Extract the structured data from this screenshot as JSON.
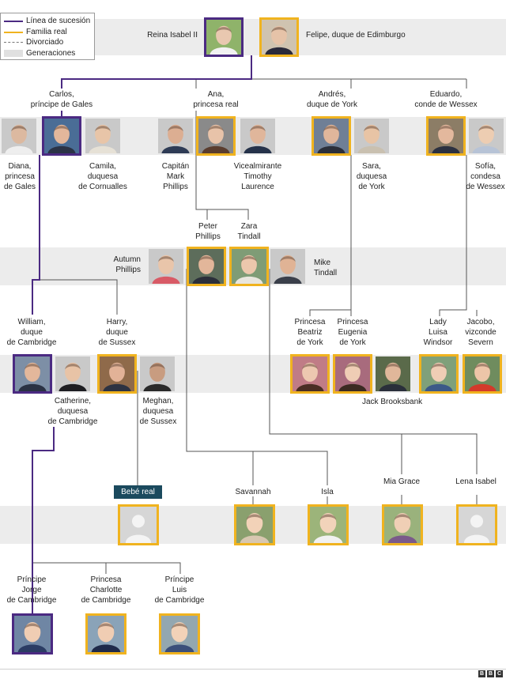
{
  "legend": {
    "items": [
      {
        "label": "Línea de sucesión",
        "color": "#4b2a82",
        "style": "solid"
      },
      {
        "label": "Familia real",
        "color": "#f0b31f",
        "style": "solid"
      },
      {
        "label": "Divorciado",
        "color": "#777777",
        "style": "dashed"
      },
      {
        "label": "Generaciones",
        "color": "#e0e0e0",
        "style": "fill"
      }
    ]
  },
  "people": {
    "isabel": {
      "name": "Reina Isabel II",
      "border": "purple"
    },
    "felipe": {
      "name": "Felipe, duque de Edimburgo",
      "border": "gold"
    },
    "carlos": {
      "name": "Carlos,\npríncipe de Gales",
      "border": "purple"
    },
    "ana": {
      "name": "Ana,\nprincesa real",
      "border": "gold"
    },
    "andres": {
      "name": "Andrés,\nduque de York",
      "border": "gold"
    },
    "eduardo": {
      "name": "Eduardo,\nconde de Wessex",
      "border": "gold"
    },
    "diana": {
      "name": "Diana,\nprincesa\nde Gales",
      "border": "none"
    },
    "camila": {
      "name": "Camila,\nduquesa\nde Cornualles",
      "border": "none"
    },
    "mark": {
      "name": "Capitán\nMark\nPhillips",
      "border": "none"
    },
    "timothy": {
      "name": "Vicealmirante\nTimothy\nLaurence",
      "border": "none"
    },
    "sara": {
      "name": "Sara,\nduquesa\nde York",
      "border": "none"
    },
    "sofia": {
      "name": "Sofía,\ncondesa\nde Wessex",
      "border": "none"
    },
    "peter": {
      "name": "Peter\nPhillips",
      "border": "gold"
    },
    "zara": {
      "name": "Zara\nTindall",
      "border": "gold"
    },
    "autumn": {
      "name": "Autumn\nPhillips",
      "border": "none"
    },
    "mike": {
      "name": "Mike\nTindall",
      "border": "none"
    },
    "william": {
      "name": "William,\nduque\nde Cambridge",
      "border": "purple"
    },
    "harry": {
      "name": "Harry,\nduque\nde Sussex",
      "border": "gold"
    },
    "catherine": {
      "name": "Catherine,\nduquesa\nde Cambridge",
      "border": "none"
    },
    "meghan": {
      "name": "Meghan,\nduquesa\nde Sussex",
      "border": "none"
    },
    "beatriz": {
      "name": "Princesa\nBeatriz\nde York",
      "border": "gold"
    },
    "eugenia": {
      "name": "Princesa\nEugenia\nde York",
      "border": "gold"
    },
    "jack": {
      "name": "Jack Brooksbank",
      "border": "none"
    },
    "luisa": {
      "name": "Lady\nLuisa\nWindsor",
      "border": "gold"
    },
    "jacobo": {
      "name": "Jacobo,\nvizconde\nSevern",
      "border": "gold"
    },
    "bebe": {
      "name": "Bebé real",
      "border": "gold"
    },
    "savannah": {
      "name": "Savannah",
      "border": "gold"
    },
    "isla": {
      "name": "Isla",
      "border": "gold"
    },
    "mia": {
      "name": "Mia Grace",
      "border": "gold"
    },
    "lena": {
      "name": "Lena Isabel",
      "border": "gold"
    },
    "jorge": {
      "name": "Príncipe\nJorge\nde Cambridge",
      "border": "purple"
    },
    "charlotte": {
      "name": "Princesa\nCharlotte\nde Cambridge",
      "border": "gold"
    },
    "luis": {
      "name": "Príncipe\nLuis\nde Cambridge",
      "border": "gold"
    }
  },
  "colors": {
    "succession": "#4b2a82",
    "royal": "#f0b31f",
    "band": "#ececec",
    "line": "#555555"
  },
  "footer": {
    "logo": [
      "B",
      "B",
      "C"
    ]
  }
}
